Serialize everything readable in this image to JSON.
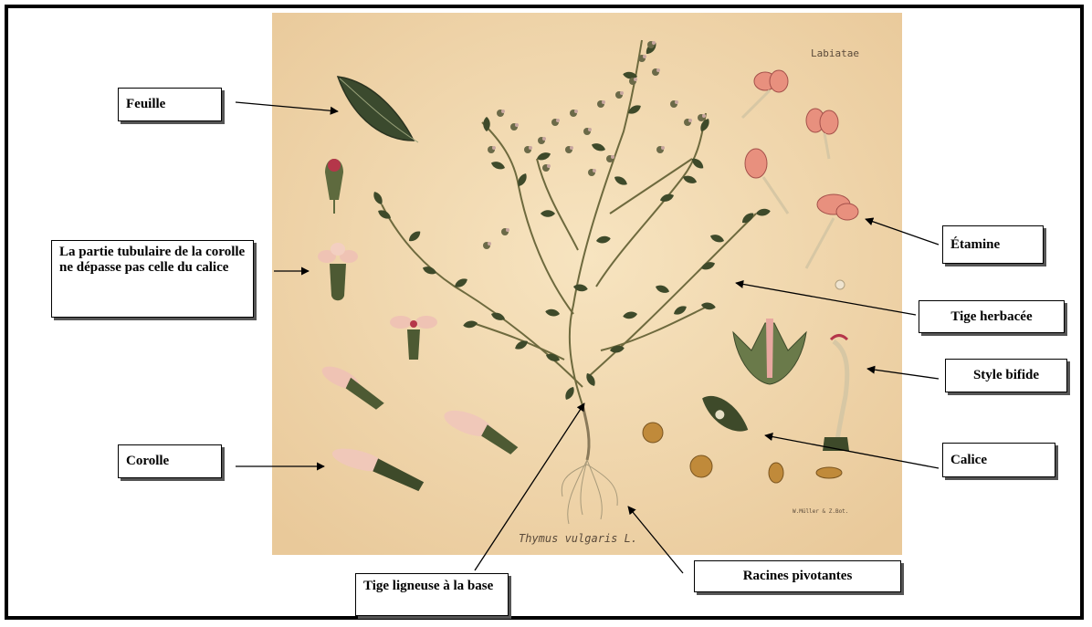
{
  "labels": {
    "feuille": "Feuille",
    "corolle_note": "La partie tubulaire de la corolle ne dépasse pas celle du calice",
    "corolle": "Corolle",
    "tige_ligneuse": "Tige ligneuse à la base",
    "racines": "Racines pivotantes",
    "etamine": "Étamine",
    "tige_herbacee": "Tige herbacée",
    "style_bifide": "Style bifide",
    "calice": "Calice"
  },
  "plate": {
    "family_text": "Labiatae",
    "species_text": "Thymus vulgaris L.",
    "signature_text": "W.Müller & Z.Bot.",
    "background_color": "#f2d9b0",
    "leaf_color": "#3e4a2a",
    "flower_color": "#e8b8a8"
  }
}
